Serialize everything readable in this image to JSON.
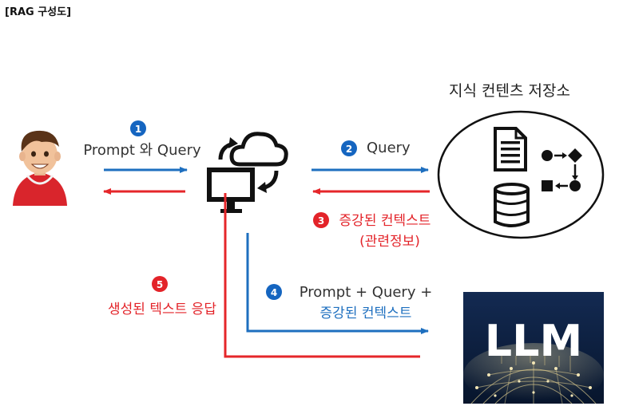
{
  "page_title": "[RAG 구성도]",
  "colors": {
    "blue": "#1e6fbf",
    "red": "#e5262a",
    "step_blue": "#1565c0",
    "step_red": "#e32329",
    "text_dark": "#222222",
    "llm_bg": "#0c1f3d"
  },
  "knowledge_store": {
    "title": "지식 컨텐츠 저장소"
  },
  "steps": [
    {
      "num": "1",
      "label": "Prompt 와 Query"
    },
    {
      "num": "2",
      "label": "Query"
    },
    {
      "num": "3",
      "label_line1": "증강된 컨텍스트",
      "label_line2": "(관련정보)"
    },
    {
      "num": "4",
      "label_line1": "Prompt + Query +",
      "label_line2": "증강된 컨텍스트"
    },
    {
      "num": "5",
      "label": "생성된 텍스트 응답"
    }
  ],
  "llm": {
    "label": "LLM"
  }
}
